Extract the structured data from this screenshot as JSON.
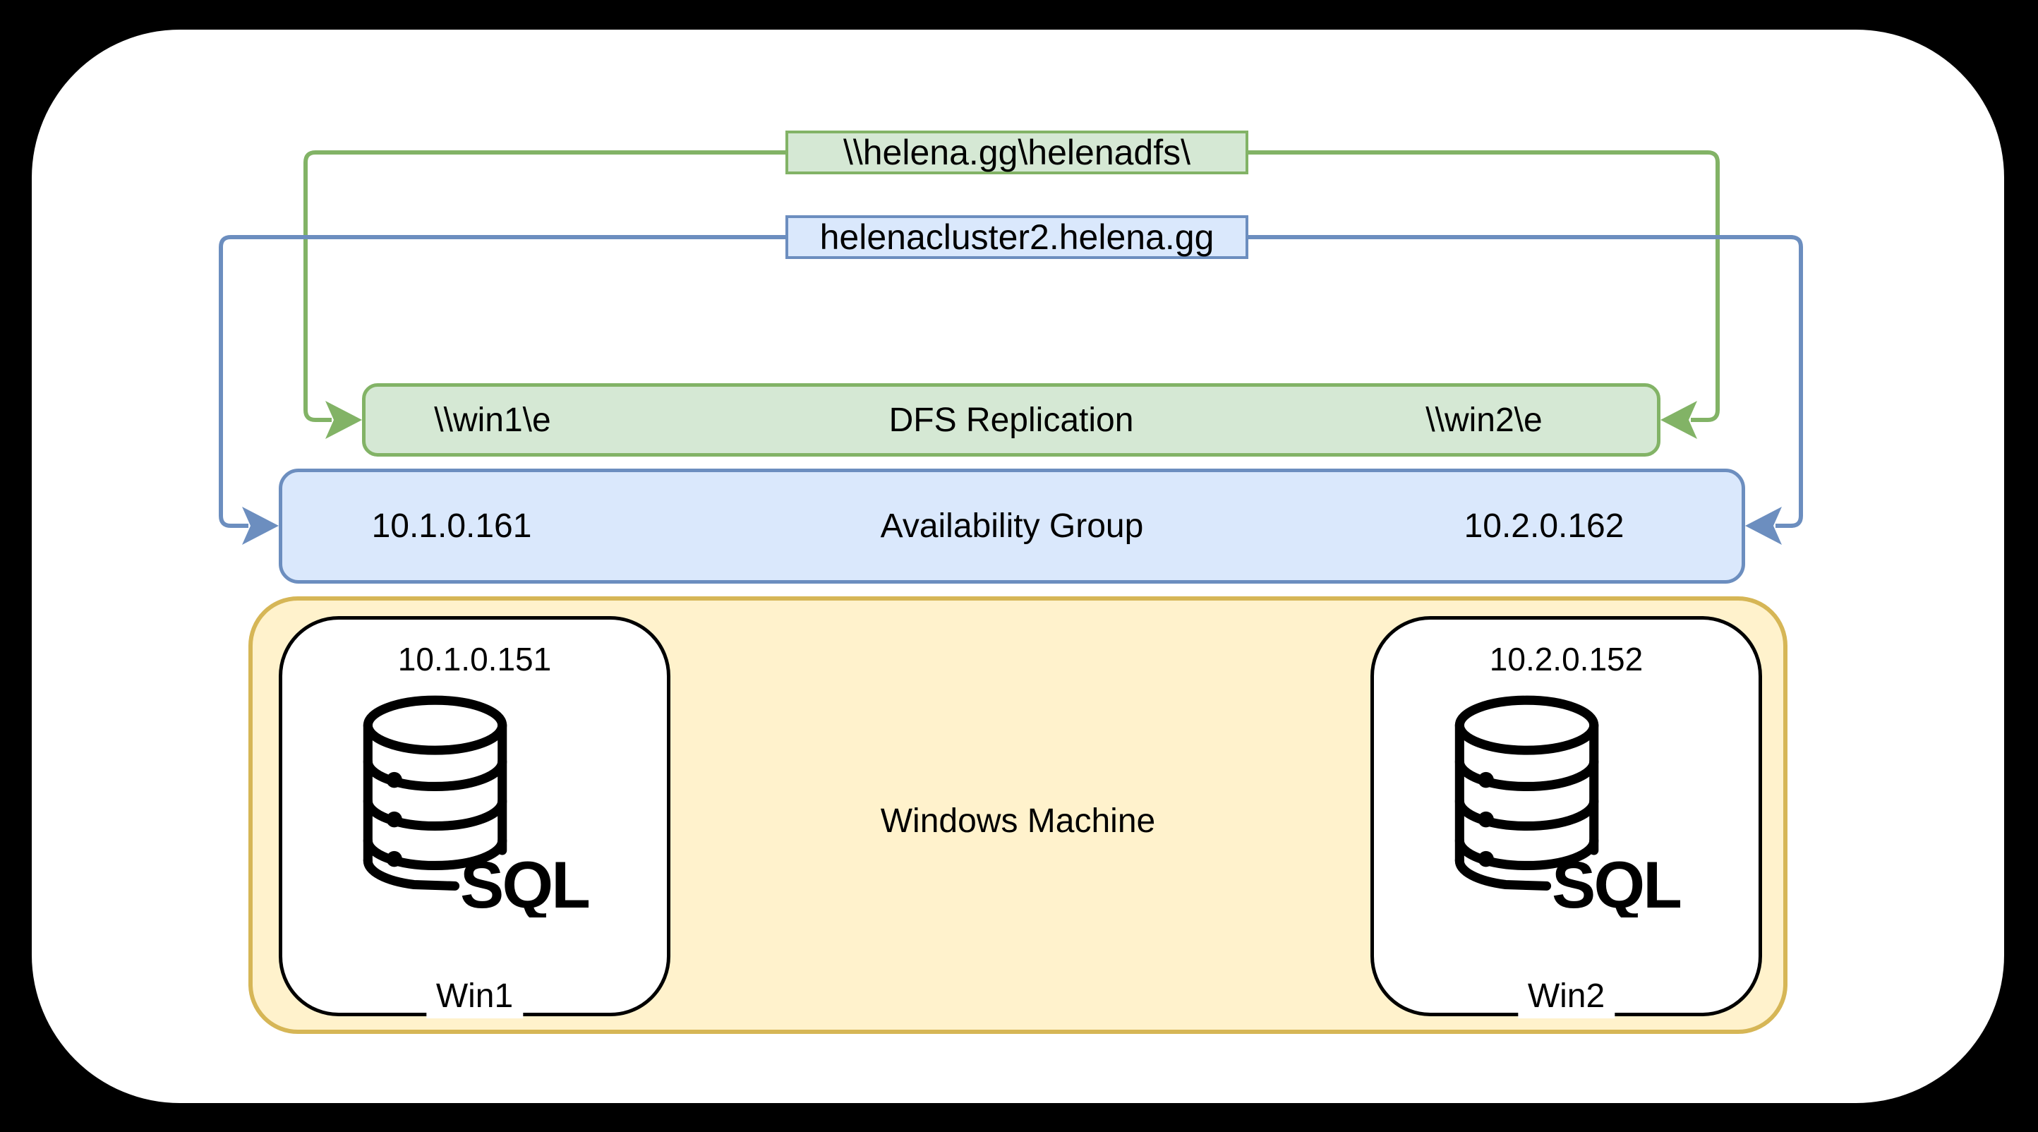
{
  "colors": {
    "background": "#000000",
    "page": "#ffffff",
    "text": "#000000",
    "green_fill": "#d5e8d4",
    "green_stroke": "#82b366",
    "blue_fill": "#dae8fc",
    "blue_stroke": "#6c8ebf",
    "yellow_fill": "#fff2cc",
    "yellow_stroke": "#d6b656",
    "node_fill": "#ffffff",
    "node_stroke": "#000000"
  },
  "diagram": {
    "namespace_box": {
      "label": "\\\\helena.gg\\helenadfs\\"
    },
    "cluster_box": {
      "label": "helenacluster2.helena.gg"
    },
    "dfs_bar": {
      "left_label": "\\\\win1\\e",
      "title": "DFS Replication",
      "right_label": "\\\\win2\\e"
    },
    "ag_bar": {
      "left_label": "10.1.0.161",
      "title": "Availability Group",
      "right_label": "10.2.0.162"
    },
    "windows_container": {
      "title": "Windows Machine",
      "nodes": [
        {
          "ip": "10.1.0.151",
          "name": "Win1",
          "icon": "sql-database-icon"
        },
        {
          "ip": "10.2.0.152",
          "name": "Win2",
          "icon": "sql-database-icon"
        }
      ]
    },
    "sql_icon_label": "SQL"
  }
}
